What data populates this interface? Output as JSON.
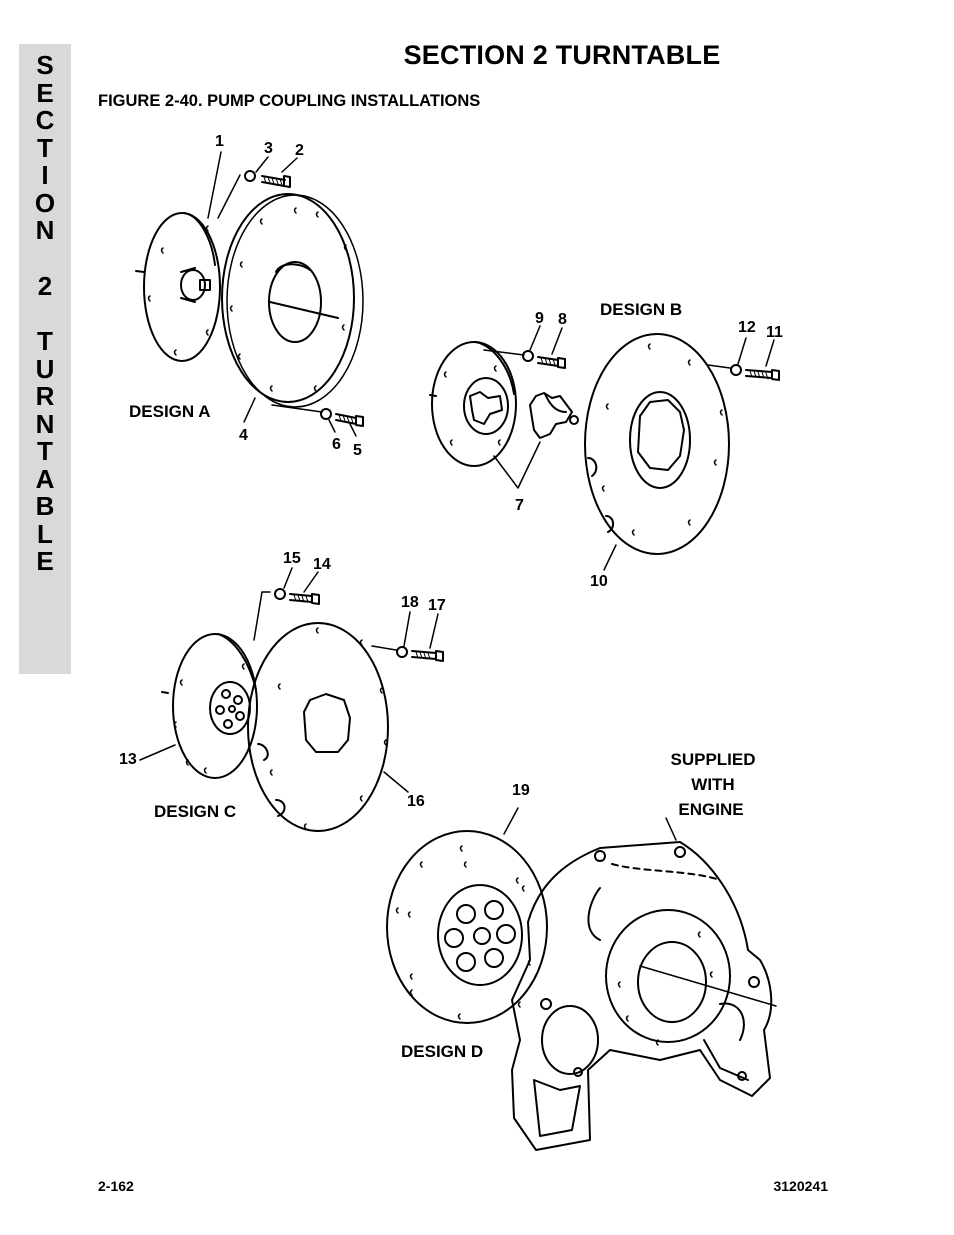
{
  "side_tab": {
    "word1": [
      "S",
      "E",
      "C",
      "T",
      "I",
      "O",
      "N"
    ],
    "word2": [
      "2"
    ],
    "word3": [
      "T",
      "U",
      "R",
      "N",
      "T",
      "A",
      "B",
      "L",
      "E"
    ]
  },
  "header": {
    "title": "SECTION 2  TURNTABLE",
    "figure_title": "FIGURE 2-40.  PUMP COUPLING INSTALLATIONS"
  },
  "designs": {
    "a": "DESIGN A",
    "b": "DESIGN B",
    "c": "DESIGN C",
    "d": "DESIGN D"
  },
  "note": {
    "line1": "SUPPLIED",
    "line2": "WITH",
    "line3": "ENGINE"
  },
  "callouts": [
    "1",
    "2",
    "3",
    "4",
    "5",
    "6",
    "7",
    "8",
    "9",
    "10",
    "11",
    "12",
    "13",
    "14",
    "15",
    "16",
    "17",
    "18",
    "19"
  ],
  "footer": {
    "page_number": "2-162",
    "doc_number": "3120241"
  }
}
